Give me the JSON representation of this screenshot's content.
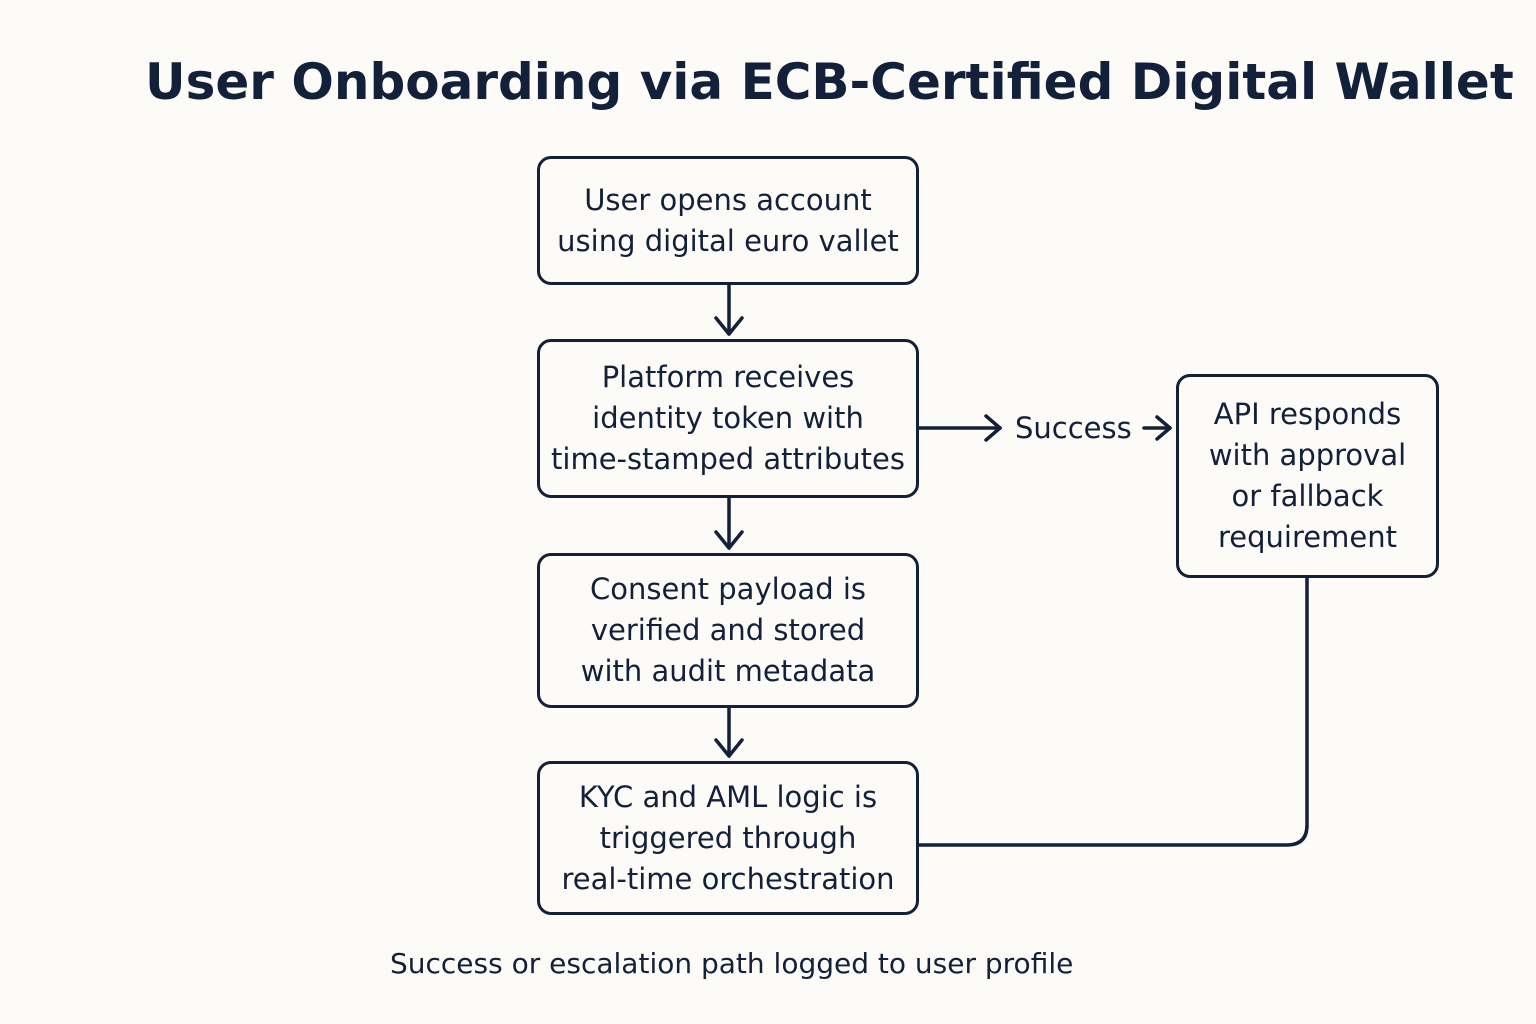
{
  "title": "User Onboarding via ECB-Certified Digital Wallet",
  "nodes": {
    "open_account": "User opens account\nusing digital euro vallet",
    "identity_token": "Platform receives\nidentity token with\ntime-stamped attributes",
    "consent": "Consent payload is\nverified and stored\nwith audit metadata",
    "kyc_aml": "KYC and AML logic is\ntriggered through\nreal-time orchestration",
    "api_response": "API responds\nwith approval\nor fallback\nrequirement"
  },
  "edge_labels": {
    "success": "Success"
  },
  "footer": "Success or escalation path logged to user profile",
  "colors": {
    "ink": "#13203a",
    "background": "#fcfbf7"
  }
}
